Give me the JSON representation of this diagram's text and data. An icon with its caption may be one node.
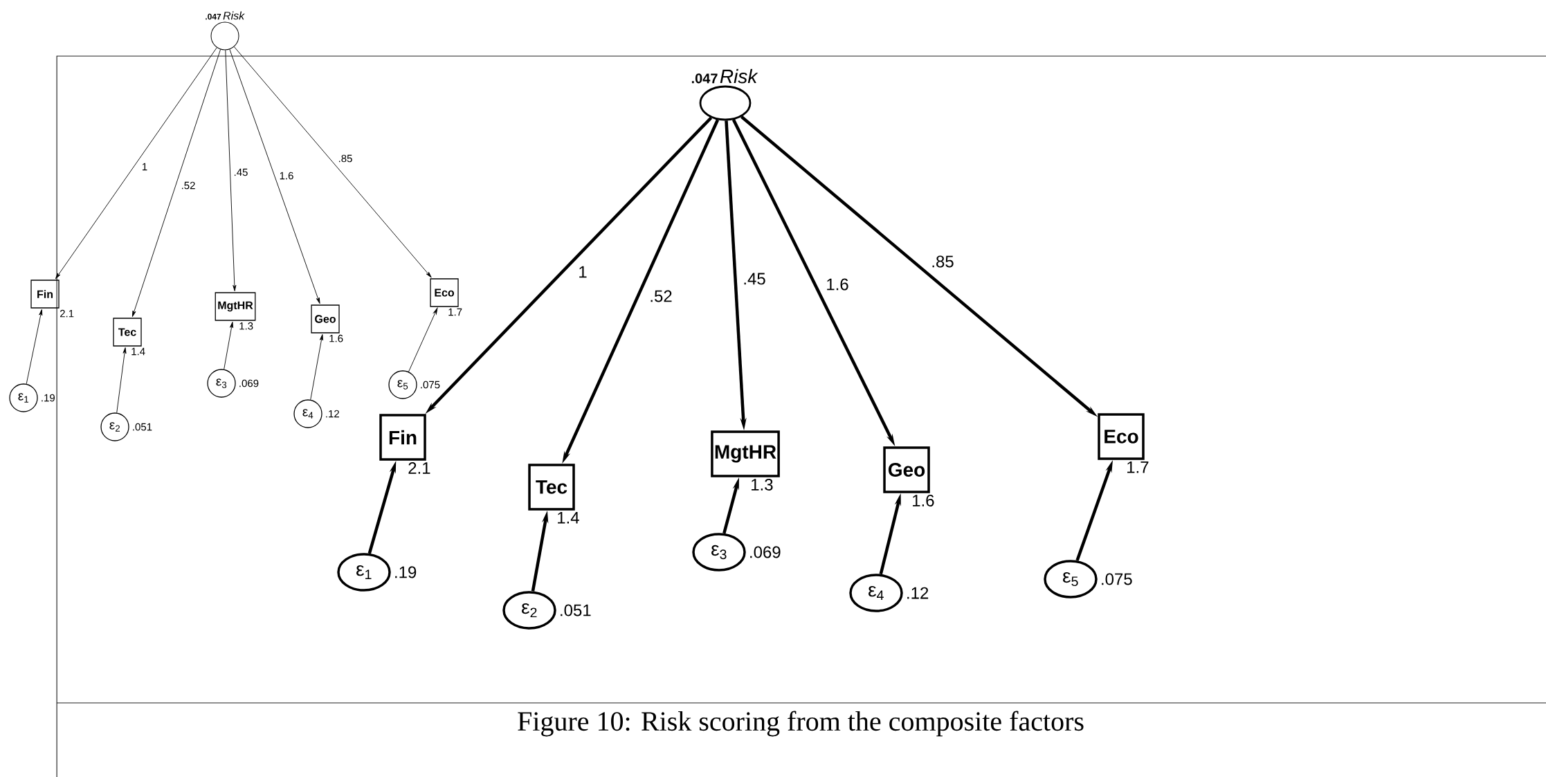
{
  "diagram": {
    "caption": "Figure 10: Risk scoring from the composite factors",
    "nodes": [
      {
        "text": [
          "Risk"
        ],
        "beside": [
          ".047"
        ]
      },
      {
        "text": [
          "Fin"
        ],
        "beside": [
          "2.1"
        ]
      },
      {
        "text": [
          "Tec"
        ],
        "beside": [
          "1.4"
        ]
      },
      {
        "text": [
          "MgtHR"
        ],
        "beside": [
          "1.3"
        ]
      },
      {
        "text": [
          "Geo"
        ],
        "beside": [
          "1.6"
        ]
      },
      {
        "text": [
          "Eco"
        ],
        "beside": [
          "1.7"
        ]
      },
      {
        "text": [
          "ε$_{1}$"
        ],
        "beside": [
          ".19"
        ]
      },
      {
        "text": [
          "ε$_{2}$"
        ],
        "beside": [
          ".051"
        ]
      },
      {
        "text": [
          "ε$_{3}$"
        ],
        "beside": [
          ".069"
        ]
      },
      {
        "text": [
          "ε$_{4}$"
        ],
        "beside": [
          ".12"
        ]
      },
      {
        "text": [
          "ε$_{5}$"
        ],
        "beside": [
          ".075"
        ]
      },
      {
        "text": [
          "Risk"
        ],
        "beside": [
          ".047"
        ]
      },
      {
        "text": [
          "Fin"
        ],
        "beside": [
          "2.1"
        ]
      },
      {
        "text": [
          "Tec"
        ],
        "beside": [
          "1.4"
        ]
      },
      {
        "text": [
          "MgtHR"
        ],
        "beside": [
          "1.3"
        ]
      },
      {
        "text": [
          "Geo"
        ],
        "beside": [
          "1.6"
        ]
      },
      {
        "text": [
          "Eco"
        ],
        "beside": [
          "1.7"
        ]
      },
      {
        "text": [
          "ε$_{1}$"
        ],
        "beside": [
          ".19"
        ]
      },
      {
        "text": [
          "ε$_{2}$"
        ],
        "beside": [
          ".051"
        ]
      },
      {
        "text": [
          "ε$_{3}$"
        ],
        "beside": [
          ".069"
        ]
      },
      {
        "text": [
          "ε$_{4}$"
        ],
        "beside": [
          ".12"
        ]
      },
      {
        "text": [
          "ε$_{5}$"
        ],
        "beside": [
          ".075"
        ]
      }
    ],
    "edges": [
      {
        "from": 0,
        "to": 1,
        "arrow": "to",
        "label": "1"
      },
      {
        "from": 0,
        "to": 2,
        "arrow": "to",
        "label": ".52"
      },
      {
        "from": 0,
        "to": 3,
        "arrow": "to",
        "label": ".45"
      },
      {
        "from": 0,
        "to": 4,
        "arrow": "to",
        "label": "1.6"
      },
      {
        "from": 0,
        "to": 5,
        "arrow": "to",
        "label": ".85"
      },
      {
        "from": 6,
        "to": 1,
        "arrow": "to"
      },
      {
        "from": 7,
        "to": 2,
        "arrow": "to"
      },
      {
        "from": 8,
        "to": 3,
        "arrow": "to"
      },
      {
        "from": 9,
        "to": 4,
        "arrow": "to"
      },
      {
        "from": 10,
        "to": 5,
        "arrow": "to"
      },
      {
        "from": 11,
        "to": 12,
        "arrow": "to",
        "label": "1",
        "style": "thick"
      },
      {
        "from": 11,
        "to": 13,
        "arrow": "to",
        "label": ".52",
        "style": "thick"
      },
      {
        "from": 11,
        "to": 14,
        "arrow": "to",
        "label": ".45",
        "style": "thick"
      },
      {
        "from": 11,
        "to": 15,
        "arrow": "to",
        "label": "1.6",
        "style": "thick"
      },
      {
        "from": 11,
        "to": 16,
        "arrow": "to",
        "label": ".85",
        "style": "thick"
      },
      {
        "from": 17,
        "to": 12,
        "arrow": "to",
        "style": "thick"
      },
      {
        "from": 18,
        "to": 13,
        "arrow": "to",
        "style": "thick"
      },
      {
        "from": 19,
        "to": 14,
        "arrow": "to",
        "style": "thick"
      },
      {
        "from": 20,
        "to": 15,
        "arrow": "to",
        "style": "thick"
      },
      {
        "from": 21,
        "to": 16,
        "arrow": "to",
        "style": "thick"
      }
    ]
  }
}
